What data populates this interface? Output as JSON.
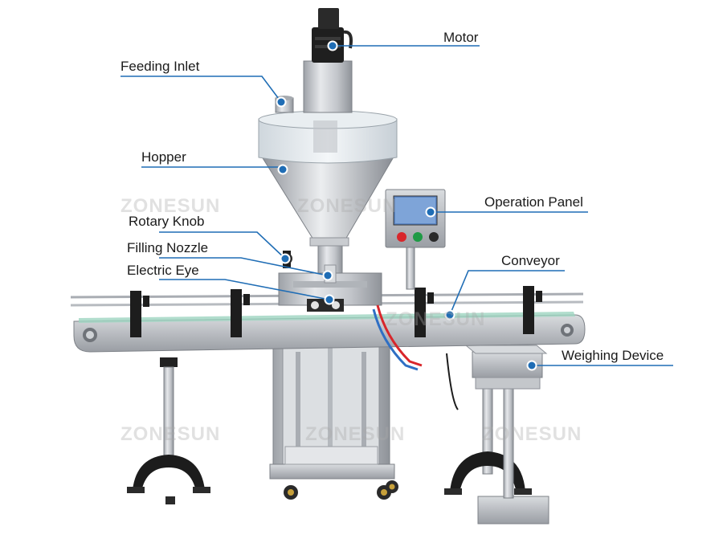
{
  "diagram": {
    "labels": [
      {
        "id": "motor",
        "text": "Motor"
      },
      {
        "id": "feeding-inlet",
        "text": "Feeding Inlet"
      },
      {
        "id": "hopper",
        "text": "Hopper"
      },
      {
        "id": "operation-panel",
        "text": "Operation Panel"
      },
      {
        "id": "rotary-knob",
        "text": "Rotary Knob"
      },
      {
        "id": "filling-nozzle",
        "text": "Filling Nozzle"
      },
      {
        "id": "electric-eye",
        "text": "Electric Eye"
      },
      {
        "id": "conveyor",
        "text": "Conveyor"
      },
      {
        "id": "weighing-device",
        "text": "Weighing Device"
      }
    ],
    "watermark": "ZONESUN",
    "colors": {
      "leader_line": "#1f6db5",
      "marker_fill": "#1f6db5",
      "marker_ring": "#ffffff",
      "steel": "#c9ccd0",
      "steel_dark": "#8e9298",
      "black_parts": "#1c1c1c",
      "button_red": "#d8262b",
      "button_green": "#1e9a45",
      "screen": "#5b86c4"
    }
  }
}
